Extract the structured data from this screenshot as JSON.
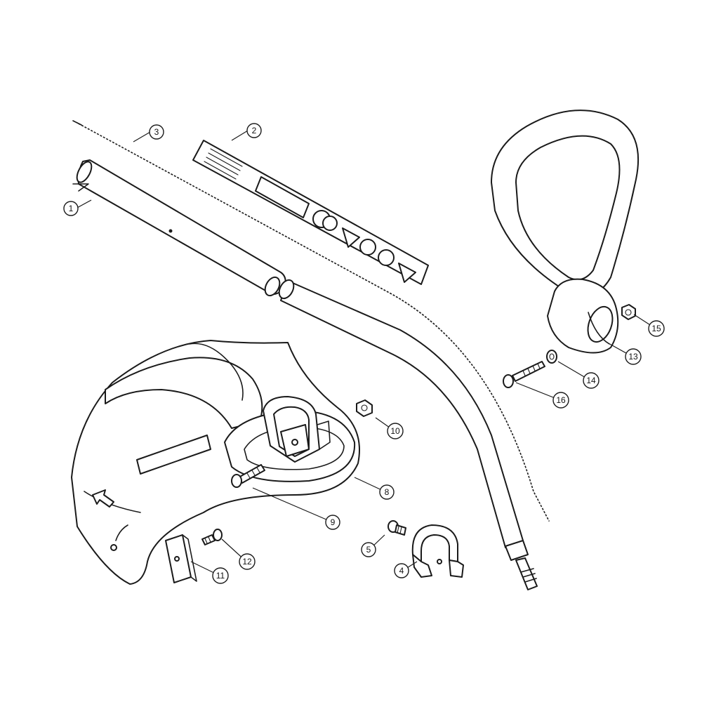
{
  "callouts": [
    {
      "label": "1"
    },
    {
      "label": "2"
    },
    {
      "label": "3"
    },
    {
      "label": "4"
    },
    {
      "label": "5"
    },
    {
      "label": "8"
    },
    {
      "label": "9"
    },
    {
      "label": "10"
    },
    {
      "label": "11"
    },
    {
      "label": "12"
    },
    {
      "label": "13"
    },
    {
      "label": "14"
    },
    {
      "label": "15"
    },
    {
      "label": "16"
    }
  ]
}
